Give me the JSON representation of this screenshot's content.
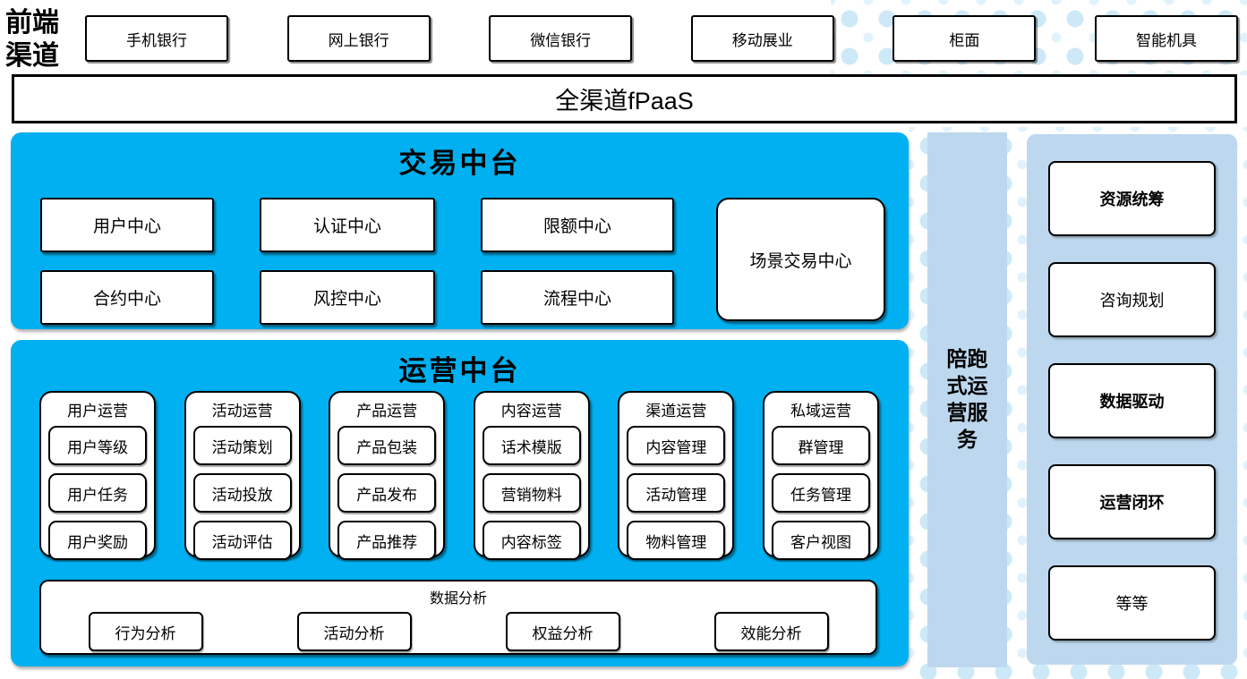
{
  "colors": {
    "cyan": "#00B0F0",
    "light_blue": "#BDD7EE",
    "dot_large": "#CDE9F7",
    "dot_small": "#E0F2FB"
  },
  "front_channels": {
    "label": "前端渠道",
    "items": [
      "手机银行",
      "网上银行",
      "微信银行",
      "移动展业",
      "柜面",
      "智能机具"
    ]
  },
  "fpaas": {
    "label": "全渠道fPaaS"
  },
  "trade_platform": {
    "title": "交易中台",
    "row1": [
      "用户中心",
      "认证中心",
      "限额中心"
    ],
    "row2": [
      "合约中心",
      "风控中心",
      "流程中心"
    ],
    "scene_center": "场景交易中心"
  },
  "operation_platform": {
    "title": "运营中台",
    "columns": [
      {
        "header": "用户运营",
        "items": [
          "用户等级",
          "用户任务",
          "用户奖励"
        ]
      },
      {
        "header": "活动运营",
        "items": [
          "活动策划",
          "活动投放",
          "活动评估"
        ]
      },
      {
        "header": "产品运营",
        "items": [
          "产品包装",
          "产品发布",
          "产品推荐"
        ]
      },
      {
        "header": "内容运营",
        "items": [
          "话术模版",
          "营销物料",
          "内容标签"
        ]
      },
      {
        "header": "渠道运营",
        "items": [
          "内容管理",
          "活动管理",
          "物料管理"
        ]
      },
      {
        "header": "私域运营",
        "items": [
          "群管理",
          "任务管理",
          "客户视图"
        ]
      }
    ],
    "analysis": {
      "title": "数据分析",
      "items": [
        "行为分析",
        "活动分析",
        "权益分析",
        "效能分析"
      ]
    }
  },
  "side_service": {
    "label": "陪跑式运营服务"
  },
  "right_panel": {
    "items": [
      {
        "label": "资源统筹",
        "bold": true
      },
      {
        "label": "咨询规划",
        "bold": false
      },
      {
        "label": "数据驱动",
        "bold": true
      },
      {
        "label": "运营闭环",
        "bold": true
      },
      {
        "label": "等等",
        "bold": false
      }
    ]
  }
}
